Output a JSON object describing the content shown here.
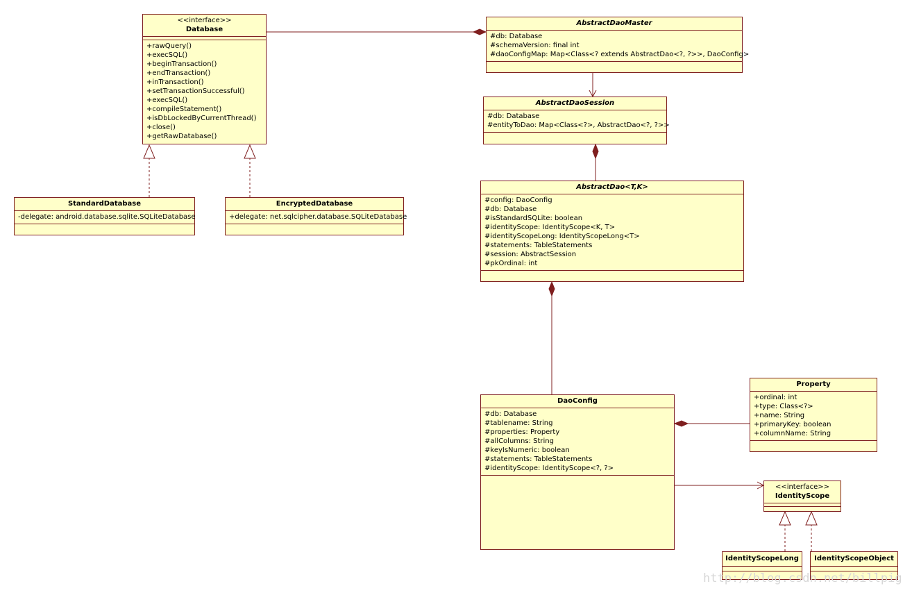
{
  "colors": {
    "box_fill": "#ffffc9",
    "box_border": "#7f1f1f",
    "edge": "#7f1f1f"
  },
  "classes": {
    "database": {
      "stereotype": "<<interface>>",
      "name": "Database",
      "attributes": [],
      "operations": [
        "+rawQuery()",
        "+execSQL()",
        "+beginTransaction()",
        "+endTransaction()",
        "+inTransaction()",
        "+setTransactionSuccessful()",
        "+execSQL()",
        "+compileStatement()",
        "+isDbLockedByCurrentThread()",
        "+close()",
        "+getRawDatabase()"
      ]
    },
    "standard_database": {
      "name": "StandardDatabase",
      "attributes": [
        "-delegate: android.database.sqlite.SQLiteDatabase"
      ],
      "operations": []
    },
    "encrypted_database": {
      "name": "EncryptedDatabase",
      "attributes": [
        "+delegate: net.sqlcipher.database.SQLiteDatabase"
      ],
      "operations": []
    },
    "abstract_dao_master": {
      "name": "AbstractDaoMaster",
      "abstract": true,
      "attributes": [
        "#db: Database",
        "#schemaVersion: final int",
        "#daoConfigMap: Map<Class<? extends AbstractDao<?, ?>>, DaoConfig>"
      ],
      "operations": []
    },
    "abstract_dao_session": {
      "name": "AbstractDaoSession",
      "abstract": true,
      "attributes": [
        "#db: Database",
        "#entityToDao: Map<Class<?>, AbstractDao<?, ?>>"
      ],
      "operations": []
    },
    "abstract_dao": {
      "name": "AbstractDao<T,K>",
      "abstract": true,
      "attributes": [
        "#config: DaoConfig",
        "#db: Database",
        "#isStandardSQLite: boolean",
        "#identityScope: IdentityScope<K, T>",
        "#identityScopeLong: IdentityScopeLong<T>",
        "#statements: TableStatements",
        "#session: AbstractSession",
        "#pkOrdinal: int"
      ],
      "operations": []
    },
    "dao_config": {
      "name": "DaoConfig",
      "attributes": [
        "#db: Database",
        "#tablename: String",
        "#properties: Property",
        "#allColumns: String",
        "#keyIsNumeric: boolean",
        "#statements: TableStatements",
        "#identityScope: IdentityScope<?, ?>"
      ],
      "operations": []
    },
    "property": {
      "name": "Property",
      "attributes": [
        "+ordinal: int",
        "+type: Class<?>",
        "+name: String",
        "+primaryKey: boolean",
        "+columnName: String"
      ],
      "operations": []
    },
    "identity_scope": {
      "stereotype": "<<interface>>",
      "name": "IdentityScope",
      "attributes": [],
      "operations": []
    },
    "identity_scope_long": {
      "name": "IdentityScopeLong",
      "attributes": [],
      "operations": []
    },
    "identity_scope_object": {
      "name": "IdentityScopeObject",
      "attributes": [],
      "operations": []
    }
  },
  "watermark": "http://blog.csdn.net/billpig"
}
